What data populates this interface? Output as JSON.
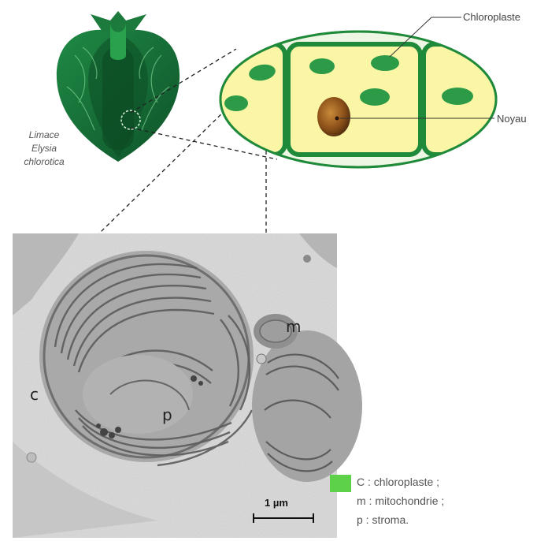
{
  "slug": {
    "caption_lines": [
      "Limace",
      "Elysia",
      "chlorotica"
    ]
  },
  "cell_diagram": {
    "label_chloroplast": "Chloroplaste",
    "label_nucleus": "Noyau"
  },
  "micrograph": {
    "label_c": "c",
    "label_m": "m",
    "label_p": "p",
    "scale_bar": "1 µm"
  },
  "legend": {
    "swatch_color": "#5ed14a",
    "lines": [
      "C : chloroplaste ;",
      "m : mitochondrie ;",
      "p : stroma."
    ]
  },
  "colors": {
    "cell_fill": "#fbf6a6",
    "cell_wall": "#1e8a3a",
    "chloroplast": "#2d9a48",
    "slug_dark": "#0f5a2c",
    "slug_mid": "#1c7a3c",
    "nucleus": "#9a5a1c",
    "micrograph_bg": "#d6d6d6"
  }
}
